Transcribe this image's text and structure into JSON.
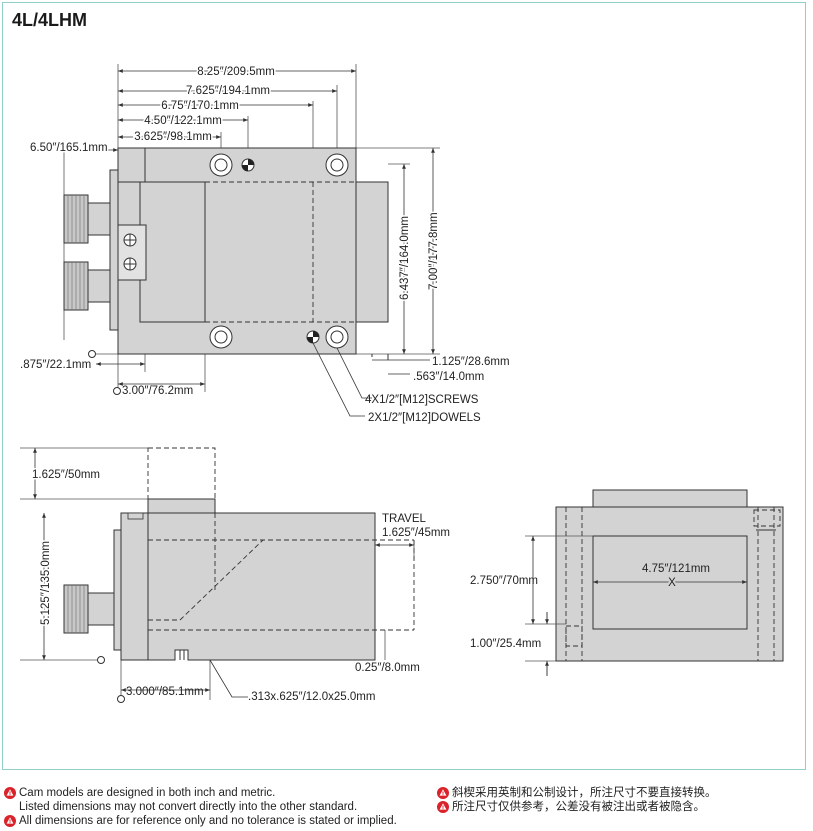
{
  "title": "4L/4LHM",
  "top_view": {
    "dim_overall_length": "8.25″/209.5mm",
    "dim_2": "7.625″/194.1mm",
    "dim_3": "6.75″/170.1mm",
    "dim_4": "4.50″/122.1mm",
    "dim_5": "3.625″/98.1mm",
    "dim_left": "6.50″/165.1mm",
    "dim_height_1": "6.437″/164.0mm",
    "dim_height_2": "7.00″/177.8mm",
    "dim_bottom_left": ".875″/22.1mm",
    "dim_bottom_2": "3.00″/76.2mm",
    "dim_right_1": "1.125″/28.6mm",
    "dim_right_2": ".563″/14.0mm",
    "screws_label": "4X1/2″[M12]SCREWS",
    "dowels_label": "2X1/2″[M12]DOWELS"
  },
  "side_view": {
    "dim_top": "1.625″/50mm",
    "dim_height": "5.125″/135.0mm",
    "travel_label": "TRAVEL",
    "travel_dim": "1.625″/45mm",
    "dim_right": "0.25″/8.0mm",
    "dim_bottom": "3.000″/85.1mm",
    "slot_dim": ".313x.625″/12.0x25.0mm"
  },
  "end_view": {
    "dim_width": "4.75″/121mm",
    "x_label": "X",
    "dim_height_1": "2.750″/70mm",
    "dim_height_2": "1.00″/25.4mm"
  },
  "notes": {
    "en_1a": "Cam models are designed in both inch and metric.",
    "en_1b": "Listed dimensions may not convert directly into the other standard.",
    "en_2": "All dimensions are for reference only and no tolerance is stated or implied.",
    "zh_1": "斜楔采用英制和公制设计，所注尺寸不要直接转换。",
    "zh_2": "所注尺寸仅供参考，公差没有被注出或者被隐含。"
  },
  "colors": {
    "frame": "#8fcfc8",
    "body_fill": "#d3d3d3",
    "line": "#333333",
    "warn": "#d9222a"
  }
}
